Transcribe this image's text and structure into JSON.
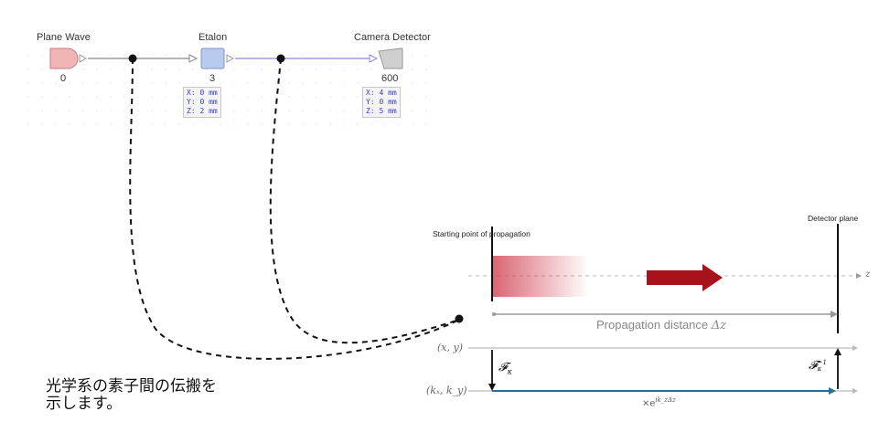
{
  "components": [
    {
      "id": "plane_wave",
      "title": "Plane Wave",
      "index": "0",
      "color": "#f2b5b5",
      "border": "#c87d7d"
    },
    {
      "id": "etalon",
      "title": "Etalon",
      "index": "3",
      "color": "#b8cbef",
      "border": "#7f94c0",
      "coords": [
        "X: 0 mm",
        "Y: 0 mm",
        "Z: 2 mm"
      ]
    },
    {
      "id": "camera",
      "title": "Camera Detector",
      "index": "600",
      "color": "#cfcfcf",
      "border": "#9a9a9a",
      "coords": [
        "X: 4 mm",
        "Y: 0 mm",
        "Z: 5 mm"
      ]
    }
  ],
  "links": [
    {
      "from": "plane_wave",
      "to": "etalon",
      "color": "#888888"
    },
    {
      "from": "etalon",
      "to": "camera",
      "color": "#8f86e3"
    }
  ],
  "propagation": {
    "start_label": "Starting point of propagation",
    "detector_label": "Detector plane",
    "axis_label": "z",
    "distance_label": "Propagation distance",
    "distance_symbol": "Δz",
    "space_label": "(x, y)",
    "freq_label": "(kₓ, k_y)",
    "ft_forward": "𝓕",
    "ft_forward_sub": "κ",
    "ft_inverse": "𝓕",
    "ft_inverse_sub": "κ",
    "ft_inverse_sup": "−1",
    "phase_factor": "×e",
    "phase_exp": "ik_zΔz",
    "arrow_color": "#a8121a",
    "beam_color": "#cc3344",
    "freq_line_color": "#2a6d96"
  },
  "note": {
    "line1": "光学系の素子間の伝搬を",
    "line2": "示します。"
  }
}
